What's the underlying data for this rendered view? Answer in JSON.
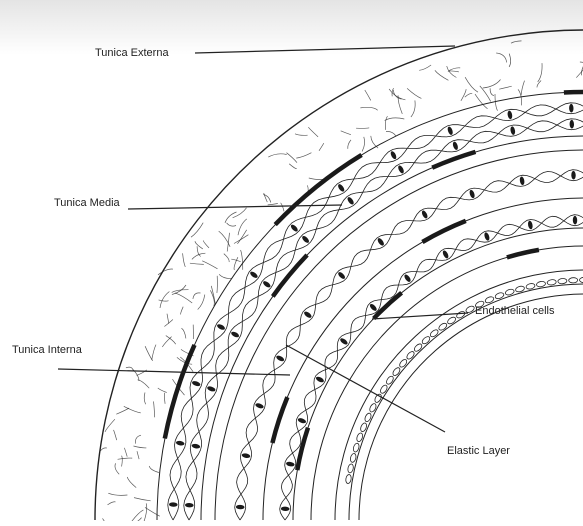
{
  "labels": {
    "tunica_externa": "Tunica Externa",
    "tunica_media": "Tunica Media",
    "tunica_interna": "Tunica Interna",
    "endothelial_cells": "Endothelial cells",
    "elastic_layer": "Elastic Layer"
  },
  "colors": {
    "ink": "#222222",
    "cell_fill": "#1a1a1a",
    "top_band": "#e8e8e8"
  }
}
